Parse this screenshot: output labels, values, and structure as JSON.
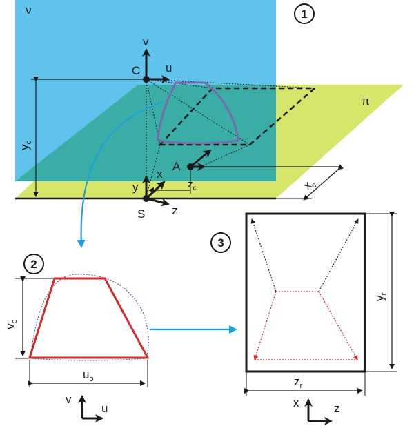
{
  "panels": {
    "p1": "1",
    "p2": "2",
    "p3": "3"
  },
  "panel1": {
    "nu": "ν",
    "pi": "π",
    "C": "C",
    "v": "v",
    "u": "u",
    "A": "A",
    "S": "S",
    "x": "x",
    "y": "y",
    "z": "z",
    "yc_main": "y",
    "yc_sub": "c",
    "zc_main": "z",
    "zc_sub": "c",
    "xc_main": "x",
    "xc_sub": "c"
  },
  "panel2": {
    "vo_main": "v",
    "vo_sub": "o",
    "uo_main": "u",
    "uo_sub": "o",
    "axis_v": "v",
    "axis_u": "u"
  },
  "panel3": {
    "yr_main": "y",
    "yr_sub": "r",
    "zr_main": "z",
    "zr_sub": "r",
    "axis_x": "x",
    "axis_z": "z"
  },
  "colors": {
    "vertical_plane": "#5fc3ee",
    "ground_plane": "#d7e56a",
    "overlap": "#3aaea6",
    "curve": "#7a67b0",
    "trapezoid": "#d42a2a",
    "arrow": "#1ea0dc"
  }
}
